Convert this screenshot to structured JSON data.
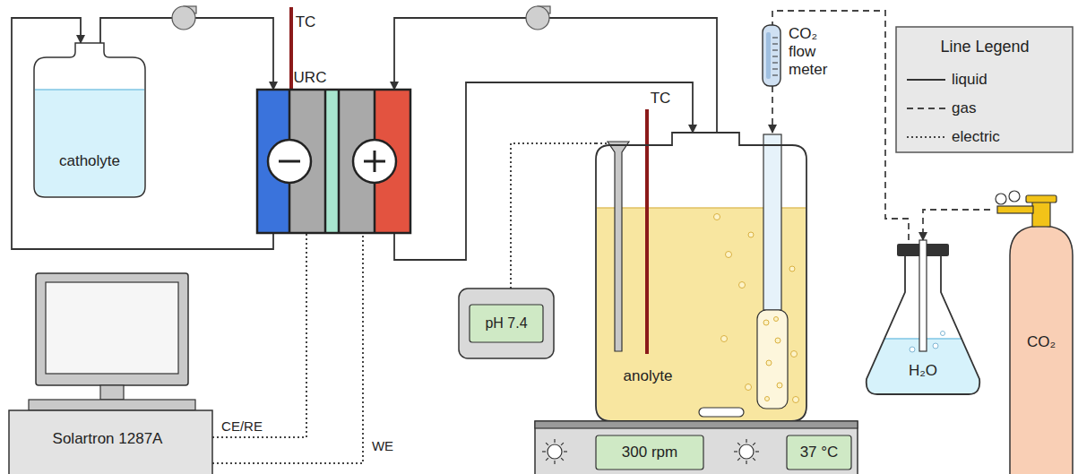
{
  "diagram": {
    "nodes": [
      {
        "text": [
          "catholyte"
        ]
      },
      {
        "text": [
          "URC"
        ]
      },
      {
        "text": [
          "Solartron 1287A"
        ]
      },
      {
        "text": [
          "pH 7.4"
        ]
      },
      {
        "text": [
          "anolyte"
        ]
      },
      {
        "text": [
          "300 rpm",
          "37 °C"
        ]
      },
      {
        "text": [
          "CO₂ flow meter"
        ]
      },
      {
        "text": [
          "H₂O"
        ]
      },
      {
        "text": [
          "CO₂"
        ]
      }
    ],
    "edges": [
      {
        "from": 0,
        "to": 1,
        "arrow": "to"
      },
      {
        "from": 1,
        "to": 0,
        "arrow": "to"
      },
      {
        "from": 1,
        "to": 4,
        "arrow": "to"
      },
      {
        "from": 4,
        "to": 1,
        "arrow": "to"
      },
      {
        "from": 2,
        "to": 1,
        "label": "CE/RE",
        "arrow": "none"
      },
      {
        "from": 2,
        "to": 1,
        "label": "WE",
        "arrow": "none"
      },
      {
        "from": 3,
        "to": 4,
        "arrow": "none"
      },
      {
        "from": 8,
        "to": 7,
        "arrow": "to"
      },
      {
        "from": 7,
        "to": 6,
        "arrow": "none"
      },
      {
        "from": 6,
        "to": 4,
        "arrow": "to"
      }
    ],
    "labels": [
      "TC",
      "TC",
      "Line Legend"
    ],
    "legend": [
      {
        "text": "liquid"
      },
      {
        "text": "gas"
      },
      {
        "text": "electric"
      }
    ]
  }
}
